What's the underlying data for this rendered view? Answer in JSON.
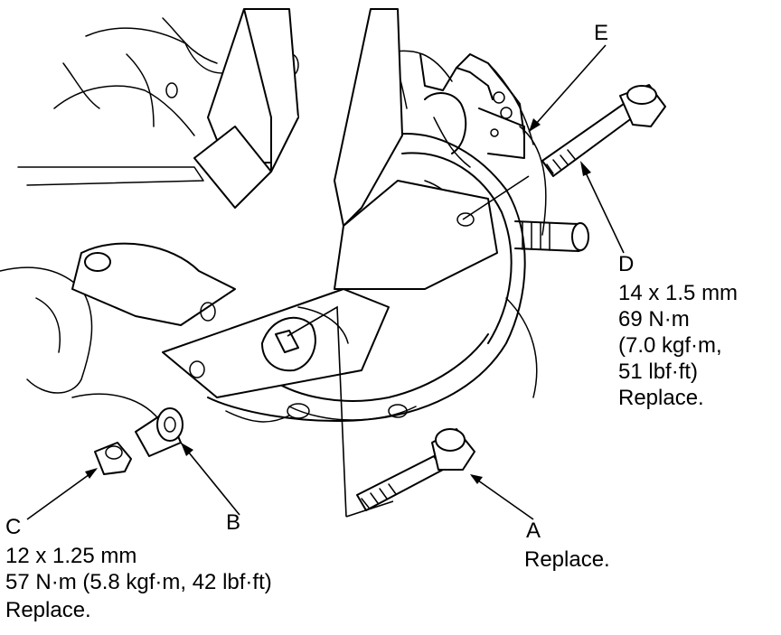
{
  "callouts": {
    "a": {
      "letter": "A",
      "lines": [
        "Replace."
      ]
    },
    "b": {
      "letter": "B",
      "lines": []
    },
    "c": {
      "letter": "C",
      "lines": [
        "12 x 1.25 mm",
        "57 N·m (5.8 kgf·m, 42 lbf·ft)",
        "Replace."
      ]
    },
    "d": {
      "letter": "D",
      "lines": [
        "14 x 1.5 mm",
        "69 N·m",
        "(7.0 kgf·m,",
        "51 lbf·ft)",
        "Replace."
      ]
    },
    "e": {
      "letter": "E",
      "lines": []
    }
  }
}
